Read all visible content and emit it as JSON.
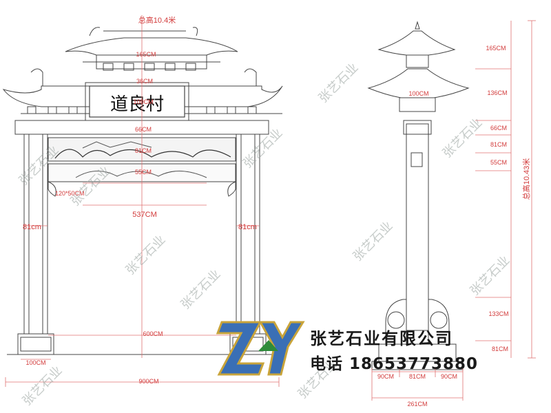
{
  "front_view": {
    "plaque_text": "道良村",
    "total_height": "总高10.4米",
    "dims": {
      "roof_top": "165CM",
      "roof_lower": "36CM",
      "plaque_height": "100CM",
      "lintel": "66CM",
      "painting_band": "81CM",
      "carved_band": "55CM",
      "bracket": "120*50CM",
      "opening_height": "537CM",
      "pillar_left": "81cm",
      "pillar_right": "81cm",
      "opening_width": "600CM",
      "base_width": "100CM",
      "overall_width": "900CM"
    }
  },
  "side_view": {
    "total_height": "总高10.43米",
    "dims": {
      "upper_roof": "165CM",
      "lower_roof": "136CM",
      "lower_roof_inner": "100CM",
      "lintel": "66CM",
      "band1": "81CM",
      "band2": "55CM",
      "drum_stone": "133CM",
      "base": "81CM",
      "base_left": "90CM",
      "base_mid": "81CM",
      "base_right": "90CM",
      "overall_depth": "261CM"
    }
  },
  "branding": {
    "logo_text": "ZY",
    "company_name": "张艺石业有限公司",
    "phone_line": "电话 18653773880",
    "watermark": "张艺石业",
    "colors": {
      "dimension": "#d23a3a",
      "logo_blue": "#3a6fb5",
      "logo_gold": "#c9a43a",
      "logo_green": "#2e8b3a"
    }
  }
}
